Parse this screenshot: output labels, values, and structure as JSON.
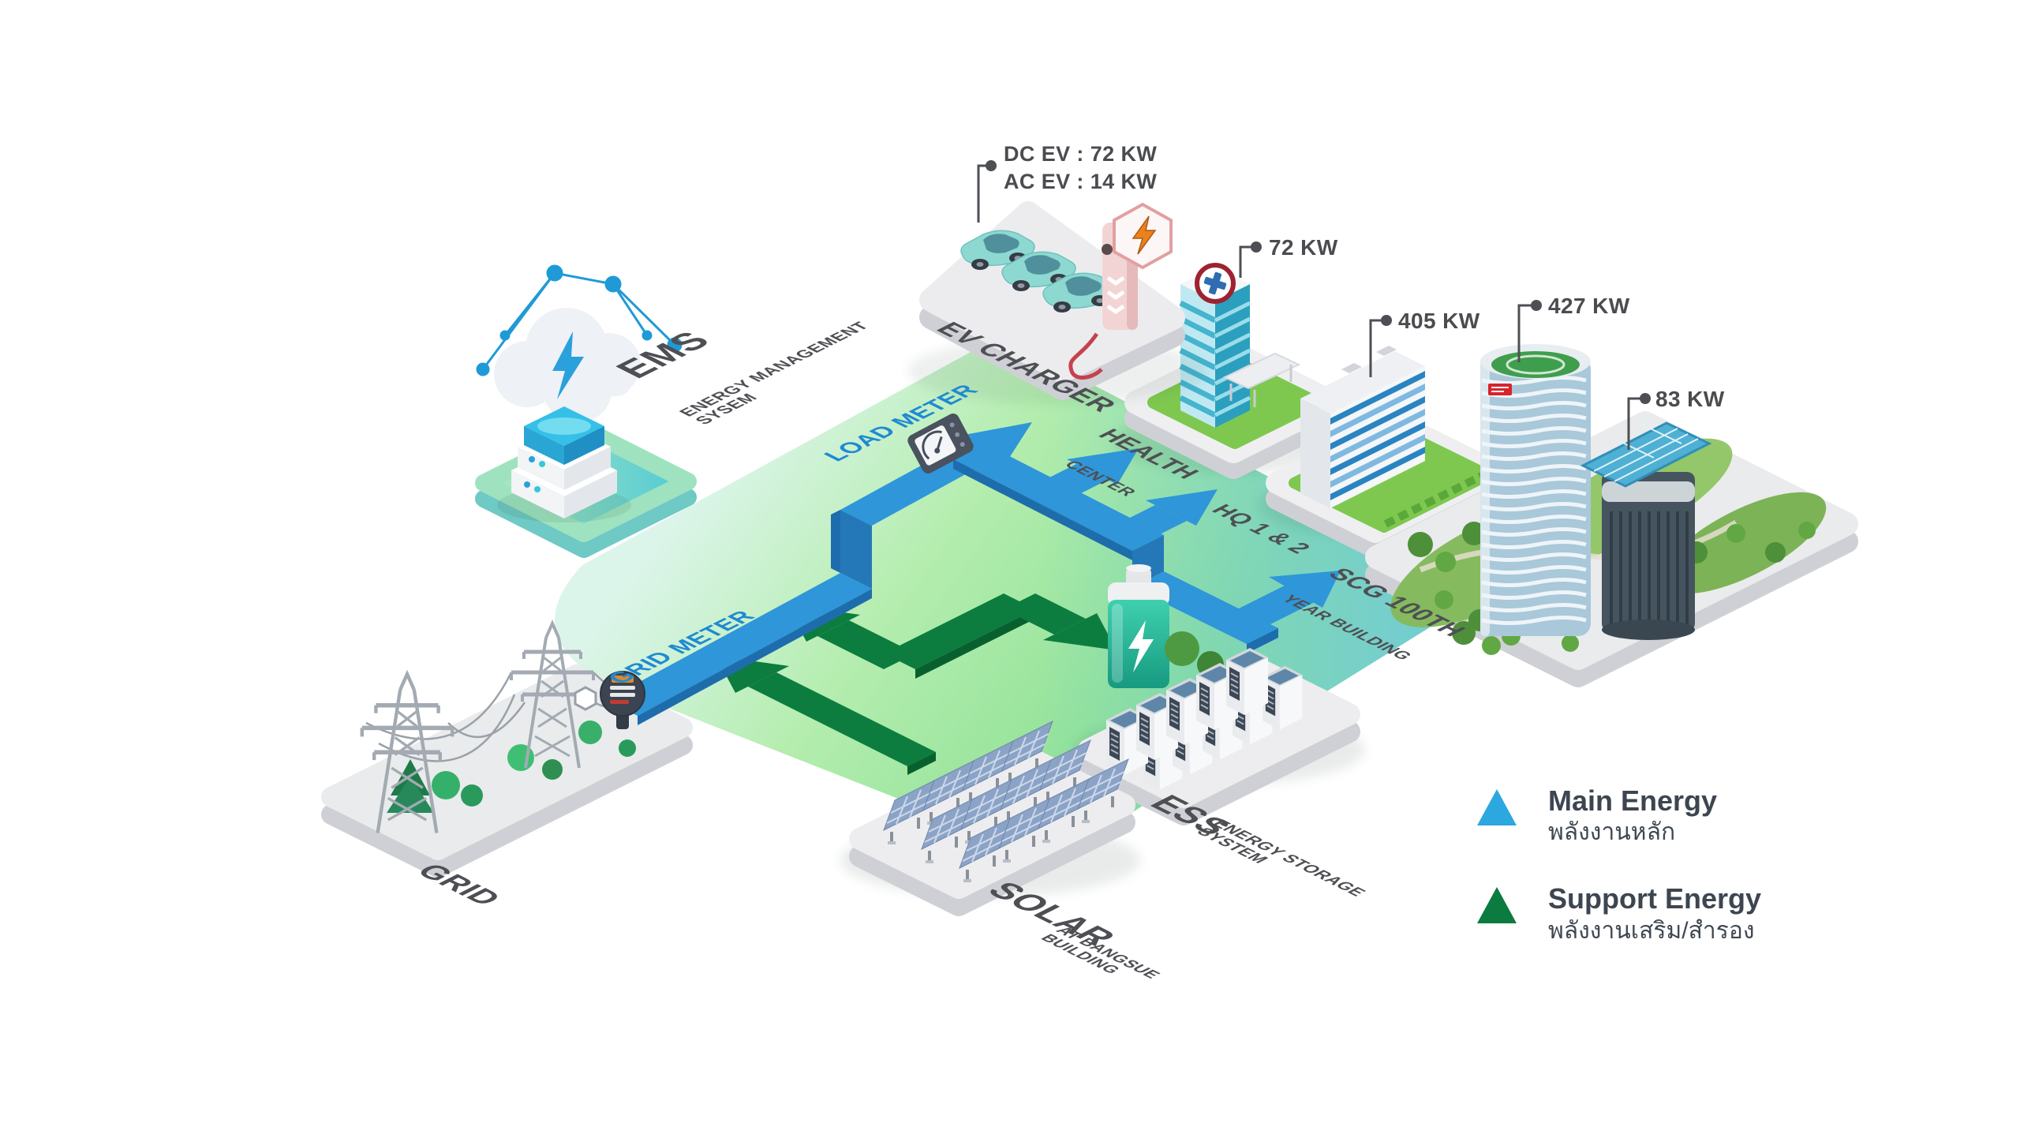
{
  "ems": {
    "abbr": "EMS",
    "subtitle": "ENERGY MANAGEMENT\nSYSEM"
  },
  "ev": {
    "label": "EV CHARGER",
    "callout": "DC EV : 72 KW\nAC EV : 14 KW"
  },
  "health": {
    "line1": "HEALTH",
    "line2": "CENTER",
    "callout": "72 KW"
  },
  "hq": {
    "label": "HQ 1 & 2",
    "callout": "405 KW"
  },
  "scg": {
    "line1": "SCG 100TH",
    "line2": "YEAR BUILDING",
    "callout": "427 KW"
  },
  "tower83": {
    "callout": "83 KW"
  },
  "grid": {
    "label": "GRID"
  },
  "meters": {
    "grid": "GRID METER",
    "load": "LOAD METER"
  },
  "solar": {
    "label": "SOLAR",
    "subtitle": "AT BANGSUE\nBUILDING"
  },
  "ess": {
    "label": "ESS",
    "subtitle": "ENERGY STORAGE\nSYSTEM"
  },
  "legend": {
    "main": {
      "label": "Main Energy",
      "thai": "พลังงานหลัก",
      "color": "#2da7e0"
    },
    "support": {
      "label": "Support Energy",
      "thai": "พลังงานเสริม/สำรอง",
      "color": "#0c7b3f"
    }
  },
  "colors": {
    "main_flow": "#2e96d9",
    "support_flow": "#0d7c3f"
  }
}
